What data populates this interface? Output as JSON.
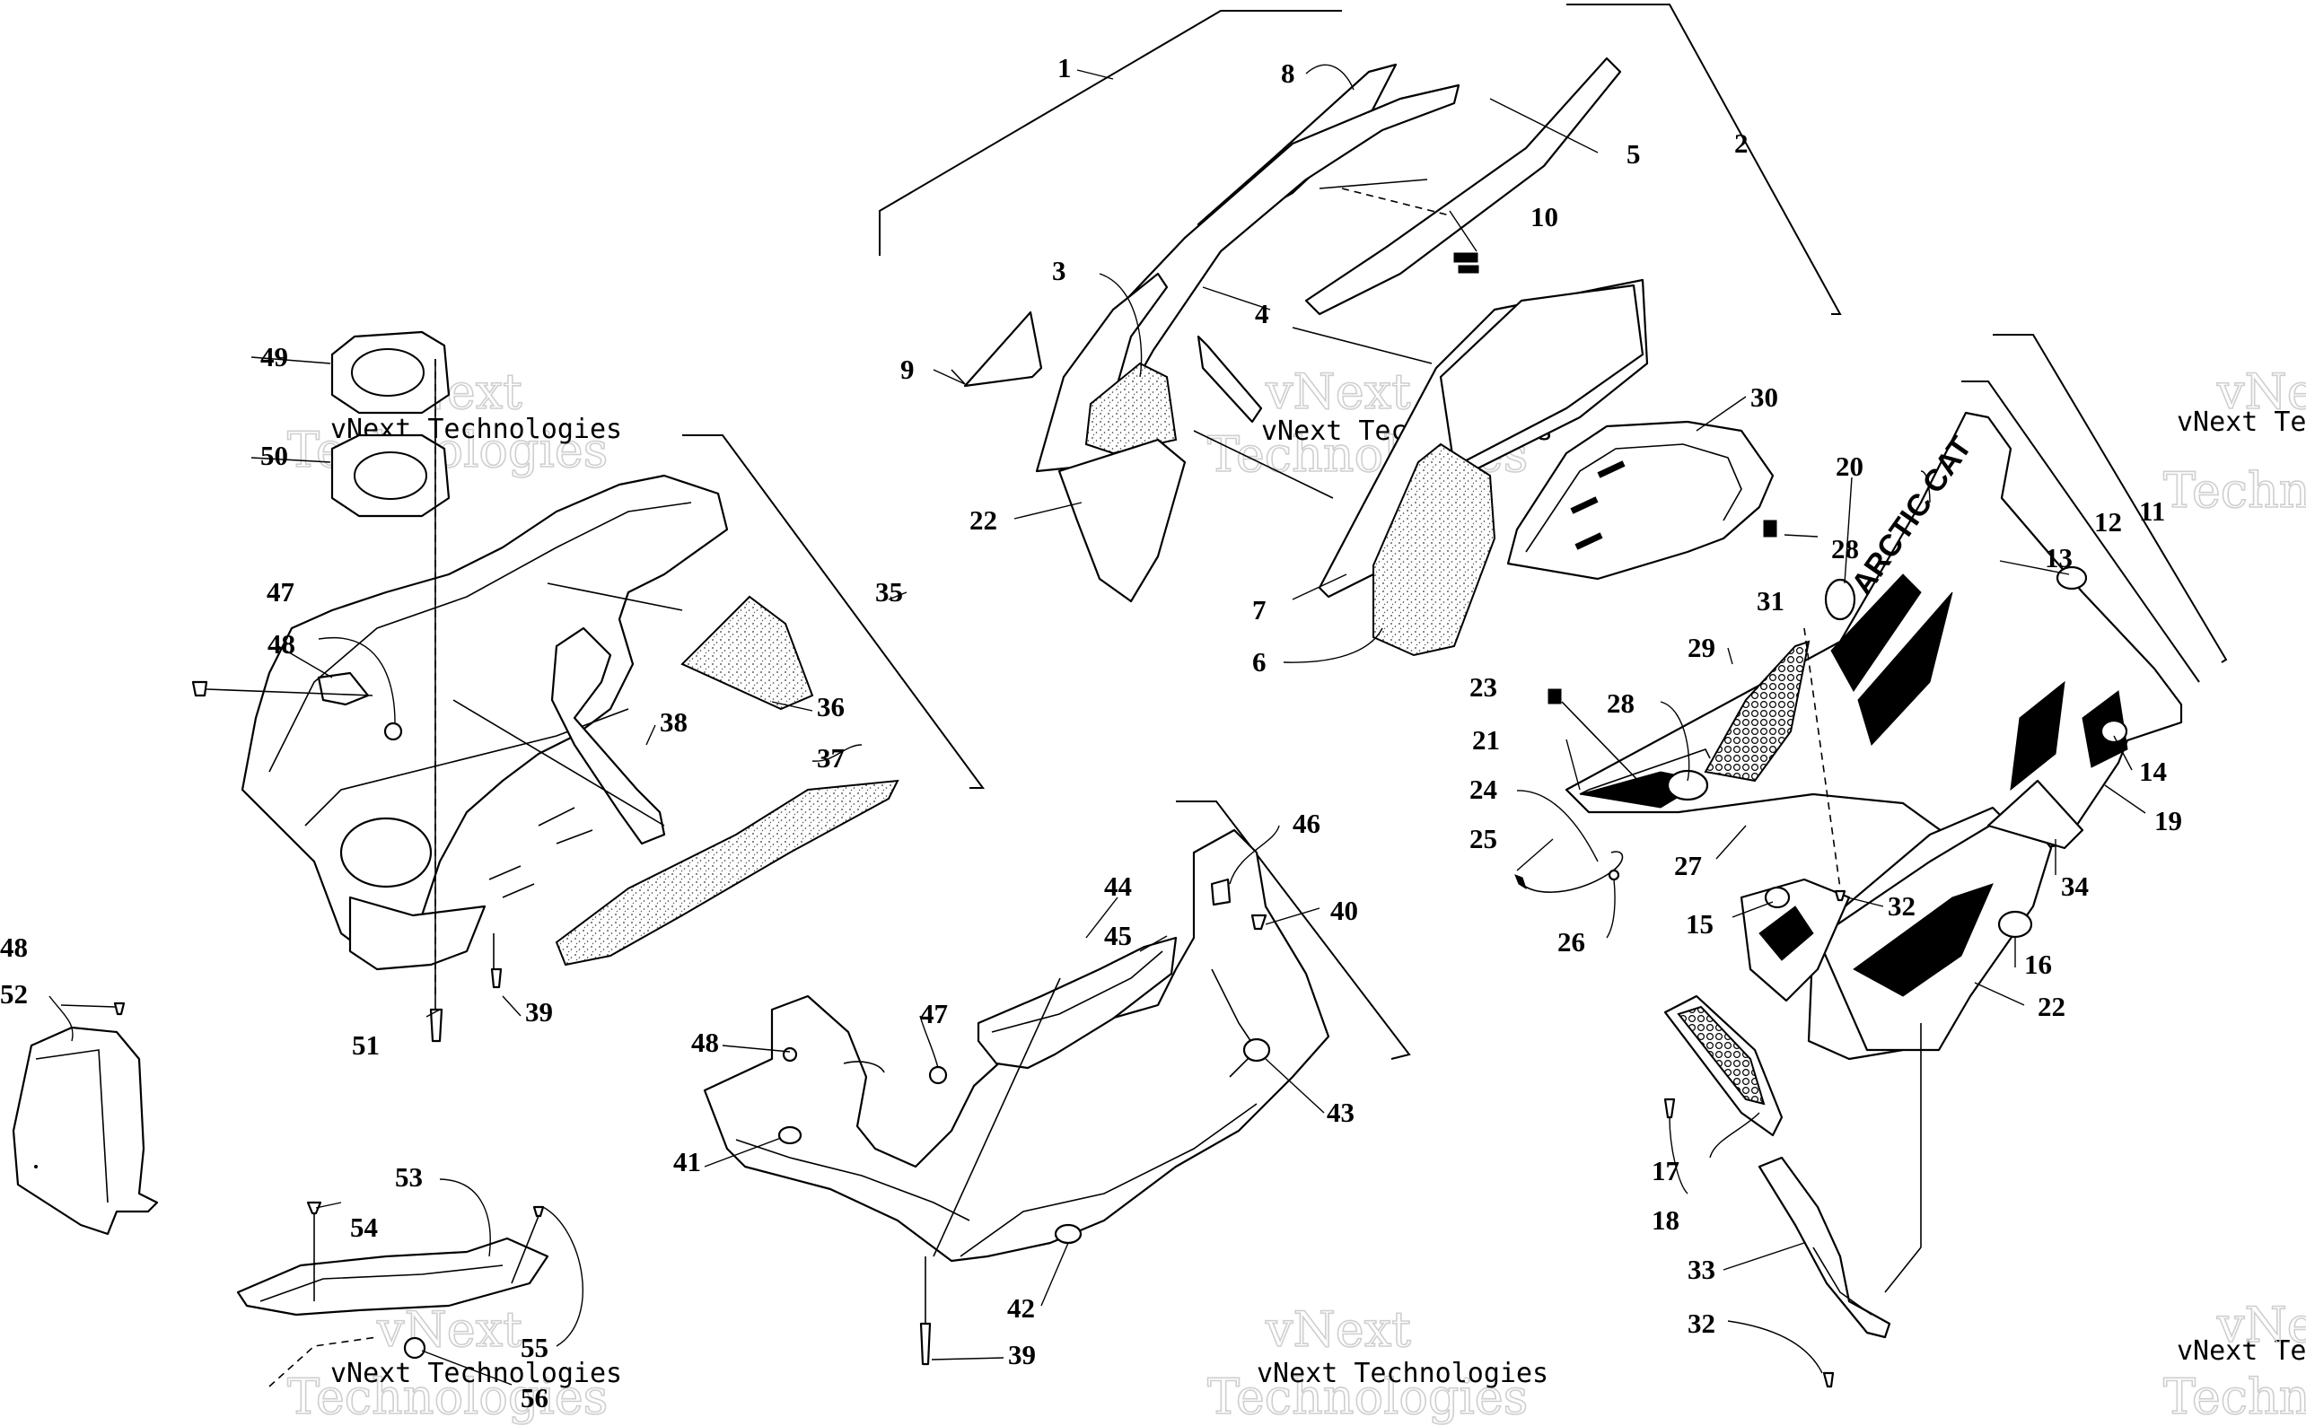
{
  "diagram": {
    "type": "exploded-parts-diagram",
    "callouts": [
      "1",
      "2",
      "3",
      "4",
      "5",
      "6",
      "7",
      "8",
      "9",
      "10",
      "11",
      "12",
      "13",
      "14",
      "15",
      "16",
      "17",
      "18",
      "19",
      "20",
      "21",
      "22",
      "22",
      "23",
      "24",
      "25",
      "26",
      "27",
      "28",
      "28",
      "29",
      "30",
      "31",
      "32",
      "32",
      "33",
      "34",
      "35",
      "36",
      "37",
      "38",
      "39",
      "39",
      "40",
      "41",
      "42",
      "43",
      "44",
      "45",
      "46",
      "47",
      "47",
      "48",
      "48",
      "48",
      "49",
      "50",
      "51",
      "52",
      "53",
      "54",
      "55",
      "56"
    ],
    "watermark": {
      "line1": "vNext Technologies",
      "line2": "vNext",
      "line3": "Technologies",
      "line4": "vNext Tec",
      "line5": "Techno"
    },
    "brand_decal": "ARCTIC CAT"
  }
}
